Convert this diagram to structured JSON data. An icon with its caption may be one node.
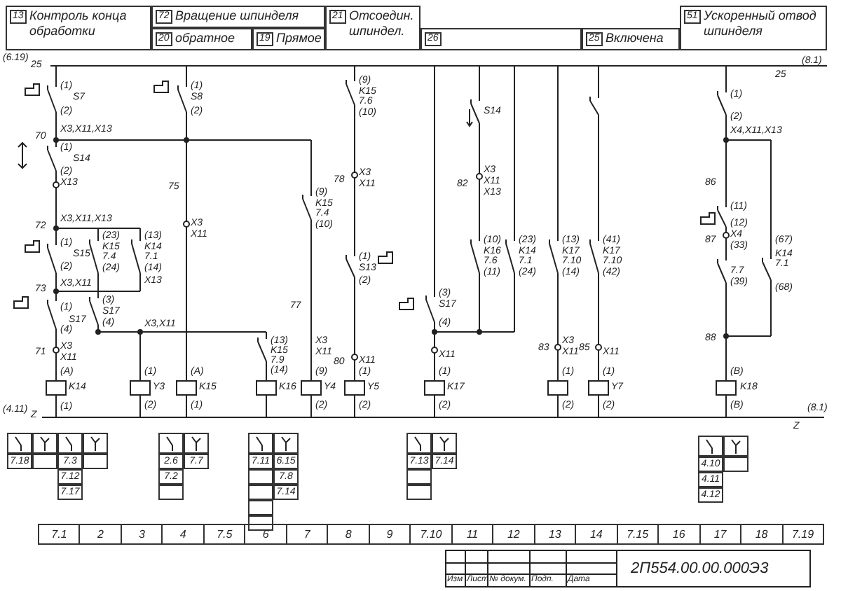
{
  "diagram": {
    "labels": [
      "13",
      "Контроль конца обработки",
      "72",
      "Вращение шпинделя",
      "20",
      "обратное",
      "19",
      "Прямое",
      "21",
      "Отсоедин. шпиндел.",
      "26",
      "25",
      "Включена",
      "51",
      "Ускоренный отвод шпинделя",
      "(6.19)",
      "25",
      "25",
      "(8.1)",
      "(1)",
      "S7",
      "(2)",
      "70",
      "X3,X11,X13",
      "(1)",
      "S14",
      "(2)",
      "X13",
      "72",
      "X3,X11,X13",
      "(1)",
      "S15",
      "(2)",
      "73",
      "X3,X11",
      "(1)",
      "S17",
      "(4)",
      "71",
      "X3",
      "X11",
      "(A)",
      "K14",
      "(1)",
      "(23)",
      "K15",
      "7.4",
      "(24)",
      "(13)",
      "K14",
      "7.1",
      "(14)",
      "X13",
      "(3)",
      "S17",
      "(4)",
      "X3,X11",
      "(1)",
      "Y3",
      "(2)",
      "(1)",
      "S8",
      "(2)",
      "75",
      "X3",
      "X11",
      "(A)",
      "K15",
      "(1)",
      "(13)",
      "K15",
      "7.9",
      "(14)",
      "K16",
      "(9)",
      "K15",
      "7.4",
      "(10)",
      "77",
      "X3",
      "X11",
      "(9)",
      "Y4",
      "(2)",
      "(9)",
      "K15",
      "7.6",
      "(10)",
      "78",
      "X3",
      "X11",
      "(1)",
      "S13",
      "(2)",
      "80",
      "X11",
      "(1)",
      "Y5",
      "(2)",
      "(3)",
      "S17",
      "(4)",
      "X11",
      "(1)",
      "K17",
      "(2)",
      "S14",
      "82",
      "X3",
      "X11",
      "X13",
      "(10)",
      "K16",
      "7.6",
      "(11)",
      "(23)",
      "K14",
      "7.1",
      "(24)",
      "(13)",
      "K17",
      "7.10",
      "(14)",
      "83",
      "X3",
      "X11",
      "(1)",
      "(2)",
      "(41)",
      "K17",
      "7.10",
      "(42)",
      "85",
      "X11",
      "(1)",
      "Y7",
      "(2)",
      "(1)",
      "(2)",
      "X4,X11,X13",
      "86",
      "(11)",
      "(12)",
      "X4",
      "87",
      "(33)",
      "7.7",
      "(39)",
      "88",
      "(B)",
      "K18",
      "(B)",
      "(67)",
      "K14",
      "7.1",
      "(68)",
      "(4.11)",
      "Z",
      "Z",
      "(8.1)",
      "7.18",
      "7.3",
      "7.12",
      "7.17",
      "2.6",
      "7.7",
      "7.2",
      "7.11",
      "6.15",
      "7.8",
      "7.14",
      "7.13",
      "7.14",
      "4.10",
      "4.11",
      "4.12",
      "7.1",
      "2",
      "3",
      "4",
      "7.5",
      "6",
      "7",
      "8",
      "9",
      "7.10",
      "11",
      "12",
      "13",
      "14",
      "7.15",
      "16",
      "17",
      "18",
      "7.19",
      "Изм",
      "Лист",
      "№ докум.",
      "Подп.",
      "Дата",
      "2П554.00.00.000Э3"
    ]
  }
}
